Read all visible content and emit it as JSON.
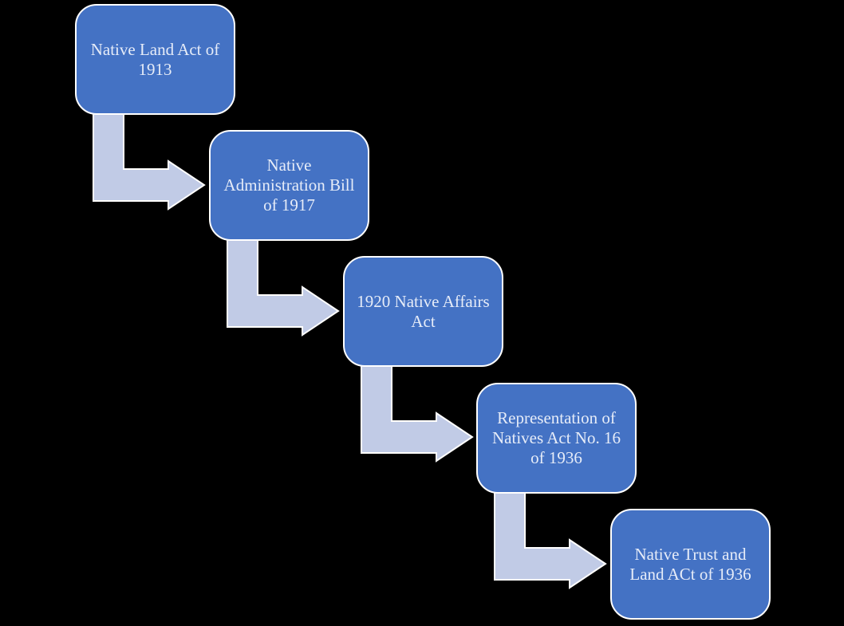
{
  "diagram": {
    "type": "step-process-flow",
    "background_color": "#000000",
    "node_fill_color": "#4472C4",
    "node_border_color": "#FFFFFF",
    "node_text_color": "#E6ECF8",
    "arrow_fill_color": "#C1CBE6",
    "arrow_border_color": "#FFFFFF",
    "nodes": [
      {
        "label": "Native Land Act of\n1913"
      },
      {
        "label": "Native\nAdministration Bill\nof 1917"
      },
      {
        "label": "1920 Native Affairs\nAct"
      },
      {
        "label": "Representation of\nNatives Act No. 16\nof 1936"
      },
      {
        "label": "Native Trust and\nLand ACt of 1936"
      }
    ]
  }
}
